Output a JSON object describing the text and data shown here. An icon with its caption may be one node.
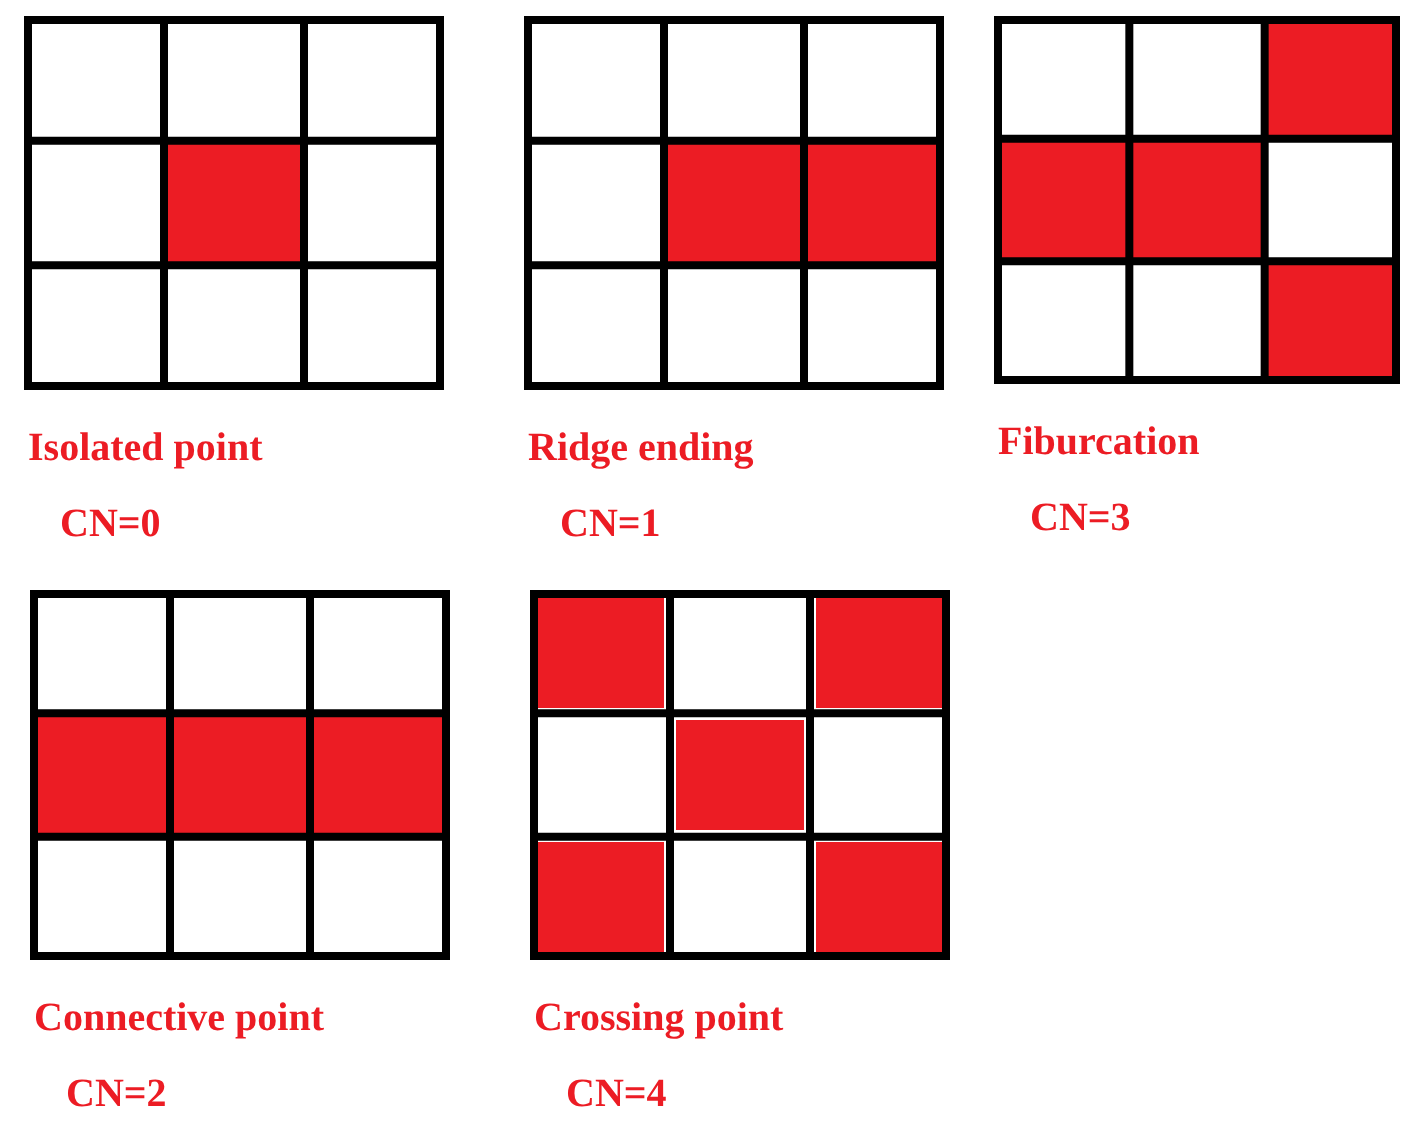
{
  "diagram": {
    "nodes": [
      {
        "text": [
          "Isolated point",
          "CN=0"
        ]
      },
      {
        "text": [],
        "shape": "box",
        "in": 0
      },
      {
        "text": [
          "Ridge ending",
          "CN=1"
        ]
      },
      {
        "text": [],
        "shape": "box",
        "in": 2
      },
      {
        "text": [],
        "shape": "box",
        "in": 2
      },
      {
        "text": [
          "Fiburcation",
          "CN=3"
        ]
      },
      {
        "text": [],
        "shape": "box",
        "in": 5
      },
      {
        "text": [],
        "shape": "box",
        "in": 5
      },
      {
        "text": [],
        "shape": "box",
        "in": 5
      },
      {
        "text": [],
        "shape": "box",
        "in": 5
      },
      {
        "text": [
          "Connective point",
          "CN=2"
        ]
      },
      {
        "text": [],
        "shape": "box",
        "in": 10
      },
      {
        "text": [],
        "shape": "box",
        "in": 10
      },
      {
        "text": [],
        "shape": "box",
        "in": 10
      },
      {
        "text": [
          "Crossing point",
          "CN=4"
        ]
      },
      {
        "text": [],
        "shape": "box",
        "in": 14
      },
      {
        "text": [],
        "shape": "box",
        "in": 14
      },
      {
        "text": [],
        "shape": "box",
        "in": 14
      },
      {
        "text": [],
        "shape": "box",
        "in": 14
      },
      {
        "text": [],
        "shape": "box",
        "in": 14
      }
    ]
  }
}
